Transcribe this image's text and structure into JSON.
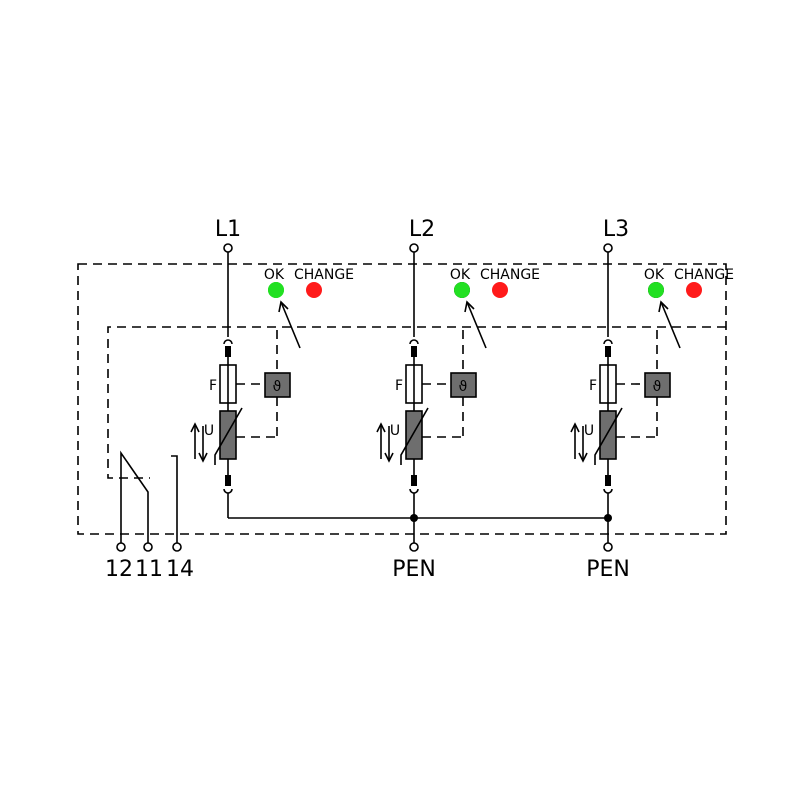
{
  "phases": [
    {
      "label": "L1",
      "ok": "OK",
      "change": "CHANGE",
      "fuse": "F",
      "varistor": "U",
      "thermal": "ϑ"
    },
    {
      "label": "L2",
      "ok": "OK",
      "change": "CHANGE",
      "fuse": "F",
      "varistor": "U",
      "thermal": "ϑ"
    },
    {
      "label": "L3",
      "ok": "OK",
      "change": "CHANGE",
      "fuse": "F",
      "varistor": "U",
      "thermal": "ϑ"
    }
  ],
  "bottom_terminals": {
    "t12": "12",
    "t11": "11",
    "t14": "14",
    "pen1": "PEN",
    "pen2": "PEN"
  },
  "colors": {
    "ok_led": "#22e022",
    "change_led": "#ff1a1a",
    "component": "#6e6e6e"
  }
}
